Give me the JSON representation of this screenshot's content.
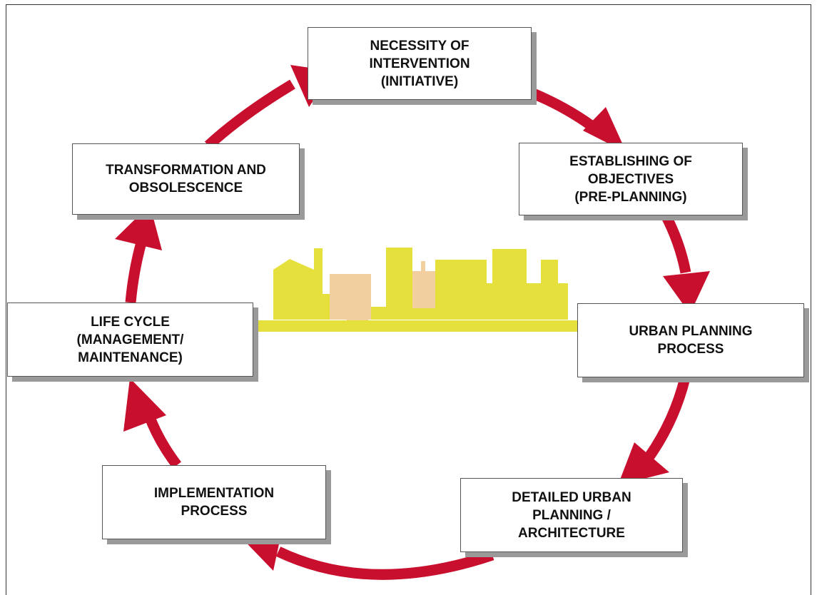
{
  "diagram": {
    "type": "cycle",
    "colors": {
      "arrow": "#c8102e",
      "skyline": "#e6e03c",
      "skyline_back": "#f1cf9e",
      "box_border": "#555555",
      "box_shadow": "#9a9a9a"
    },
    "center_icon": "city-skyline-icon",
    "nodes": [
      {
        "id": "initiative",
        "label": "NECESSITY OF\nINTERVENTION\n(INITIATIVE)"
      },
      {
        "id": "objectives",
        "label": "ESTABLISHING OF\nOBJECTIVES\n(PRE-PLANNING)"
      },
      {
        "id": "urban-planning",
        "label": "URBAN PLANNING\nPROCESS"
      },
      {
        "id": "detailed",
        "label": "DETAILED URBAN\nPLANNING /\nARCHITECTURE"
      },
      {
        "id": "implementation",
        "label": "IMPLEMENTATION\nPROCESS"
      },
      {
        "id": "life-cycle",
        "label": "LIFE CYCLE\n(MANAGEMENT/\nMAINTENANCE)"
      },
      {
        "id": "transformation",
        "label": "TRANSFORMATION AND\nOBSOLESCENCE"
      }
    ],
    "edges": [
      {
        "from": "initiative",
        "to": "objectives"
      },
      {
        "from": "objectives",
        "to": "urban-planning"
      },
      {
        "from": "urban-planning",
        "to": "detailed"
      },
      {
        "from": "detailed",
        "to": "implementation"
      },
      {
        "from": "implementation",
        "to": "life-cycle"
      },
      {
        "from": "life-cycle",
        "to": "transformation"
      },
      {
        "from": "transformation",
        "to": "initiative"
      }
    ]
  }
}
